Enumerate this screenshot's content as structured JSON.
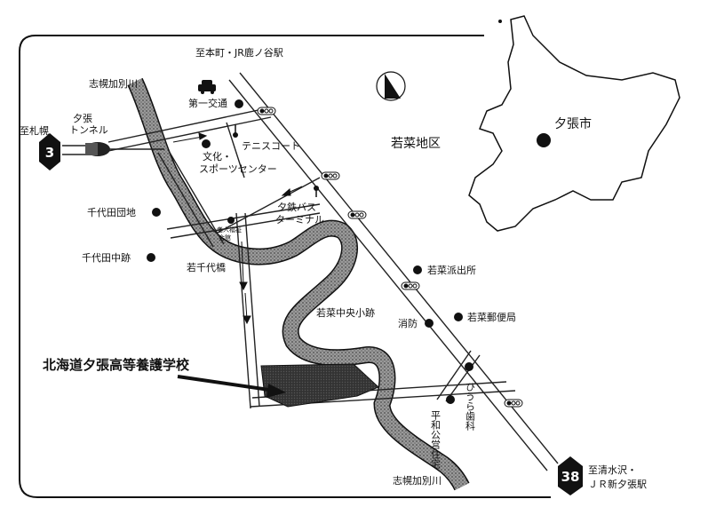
{
  "map": {
    "destinations": {
      "top": "至本町・JR鹿ノ谷駅",
      "left": "至札幌",
      "bottom_right_1": "至清水沢・",
      "bottom_right_2": "ＪＲ新夕張駅"
    },
    "routes": {
      "left_shield": "3",
      "right_shield": "38"
    },
    "rivers": {
      "upper": "志幌加別川",
      "lower": "志幌加別川"
    },
    "tunnel": {
      "line1": "夕張",
      "line2": "トンネル"
    },
    "landmarks": {
      "daiichi_kotsu": "第一交通",
      "tennis_court": "テニスコート",
      "bunka_1": "文化・",
      "bunka_2": "スポーツセンター",
      "wakana_area": "若菜地区",
      "bus_1": "夕鉄バス",
      "bus_2": "ターミナル",
      "chiyoda_danchi": "千代田団地",
      "roujin_1": "老人福祉",
      "roujin_2": "会館",
      "chiyoda_chu": "千代田中跡",
      "wakachiyo_bridge": "若千代橋",
      "wakana_police": "若菜派出所",
      "wakana_chusho": "若菜中央小跡",
      "fire_station": "消防",
      "wakana_post": "若菜郵便局",
      "school": "北海道夕張高等養護学校",
      "hiura_dental": "ひうら歯科",
      "heiwa_housing": "平和公営住宅"
    },
    "inset": {
      "city_label": "夕張市"
    }
  }
}
